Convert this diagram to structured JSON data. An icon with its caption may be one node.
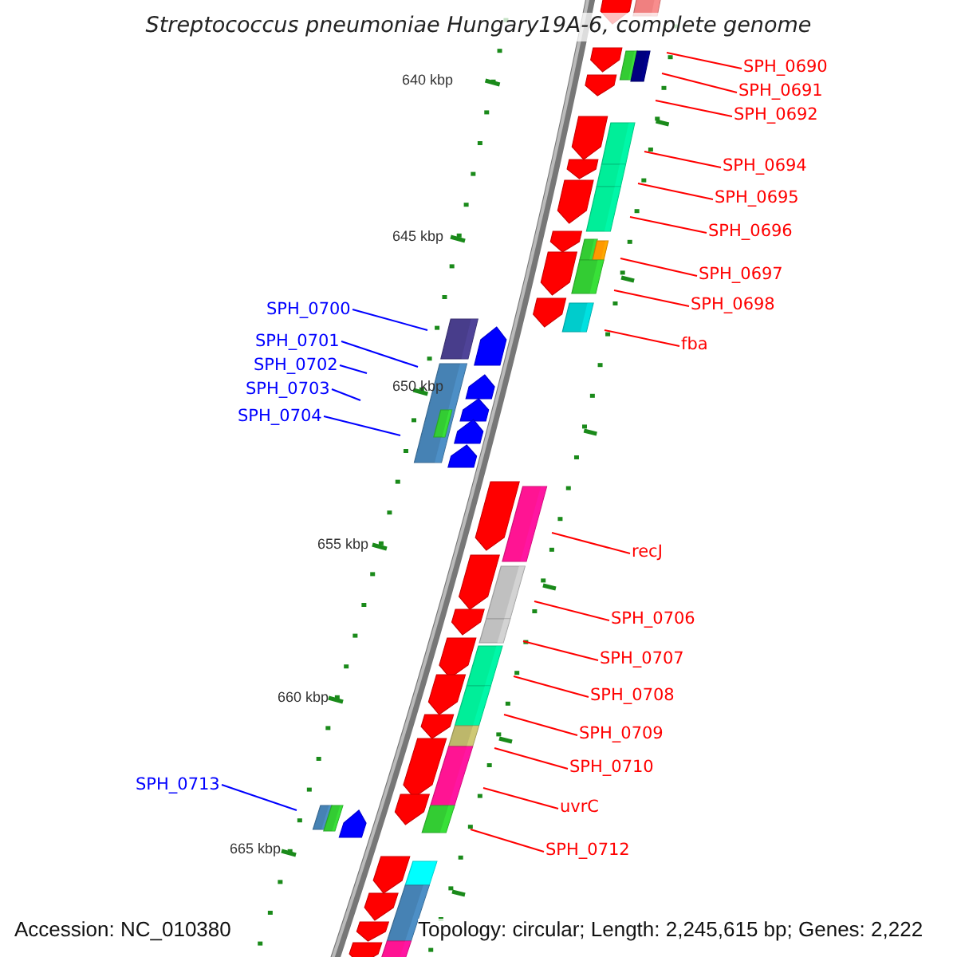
{
  "diagram": {
    "title": "Streptococcus pneumoniae Hungary19A-6, complete genome",
    "nodes": [
      {
        "text": [
          "SPH_0690"
        ]
      },
      {
        "text": [
          "SPH_0691"
        ]
      },
      {
        "text": [
          "SPH_0692"
        ]
      },
      {
        "text": [
          "SPH_0694"
        ]
      },
      {
        "text": [
          "SPH_0695"
        ]
      },
      {
        "text": [
          "SPH_0696"
        ]
      },
      {
        "text": [
          "SPH_0697"
        ]
      },
      {
        "text": [
          "SPH_0698"
        ]
      },
      {
        "text": [
          "fba"
        ]
      },
      {
        "text": [
          "SPH_0700"
        ]
      },
      {
        "text": [
          "SPH_0701"
        ]
      },
      {
        "text": [
          "SPH_0702"
        ]
      },
      {
        "text": [
          "SPH_0703"
        ]
      },
      {
        "text": [
          "SPH_0704"
        ]
      },
      {
        "text": [
          "recJ"
        ]
      },
      {
        "text": [
          "SPH_0706"
        ]
      },
      {
        "text": [
          "SPH_0707"
        ]
      },
      {
        "text": [
          "SPH_0708"
        ]
      },
      {
        "text": [
          "SPH_0709"
        ]
      },
      {
        "text": [
          "SPH_0710"
        ]
      },
      {
        "text": [
          "uvrC"
        ]
      },
      {
        "text": [
          "SPH_0712"
        ]
      },
      {
        "text": [
          "SPH_0713"
        ]
      }
    ],
    "edges": [
      {
        "from": 0,
        "to": null,
        "arrow": "none"
      },
      {
        "from": 1,
        "to": null,
        "arrow": "none"
      },
      {
        "from": 2,
        "to": null,
        "arrow": "none"
      },
      {
        "from": 3,
        "to": null,
        "arrow": "none"
      },
      {
        "from": 4,
        "to": null,
        "arrow": "none"
      },
      {
        "from": 5,
        "to": null,
        "arrow": "none"
      },
      {
        "from": 6,
        "to": null,
        "arrow": "none"
      },
      {
        "from": 7,
        "to": null,
        "arrow": "none"
      },
      {
        "from": 8,
        "to": null,
        "arrow": "none"
      },
      {
        "from": 9,
        "to": null,
        "arrow": "none",
        "color": "#0000ff"
      },
      {
        "from": 10,
        "to": null,
        "arrow": "none",
        "color": "#0000ff"
      },
      {
        "from": 11,
        "to": null,
        "arrow": "none",
        "color": "#0000ff"
      },
      {
        "from": 12,
        "to": null,
        "arrow": "none",
        "color": "#0000ff"
      },
      {
        "from": 13,
        "to": null,
        "arrow": "none",
        "color": "#0000ff"
      },
      {
        "from": 14,
        "to": null,
        "arrow": "none"
      },
      {
        "from": 15,
        "to": null,
        "arrow": "none"
      },
      {
        "from": 16,
        "to": null,
        "arrow": "none"
      },
      {
        "from": 17,
        "to": null,
        "arrow": "none"
      },
      {
        "from": 18,
        "to": null,
        "arrow": "none"
      },
      {
        "from": 19,
        "to": null,
        "arrow": "none"
      },
      {
        "from": 20,
        "to": null,
        "arrow": "none"
      },
      {
        "from": 21,
        "to": null,
        "arrow": "none"
      },
      {
        "from": 22,
        "to": null,
        "arrow": "none",
        "color": "#0000ff"
      }
    ],
    "labels": [
      "640 kbp",
      "645 kbp",
      "650 kbp",
      "655 kbp",
      "660 kbp",
      "665 kbp",
      "Accession: NC_010380",
      "Topology: circular; Length: 2,245,615 bp; Genes: 2,222"
    ]
  }
}
